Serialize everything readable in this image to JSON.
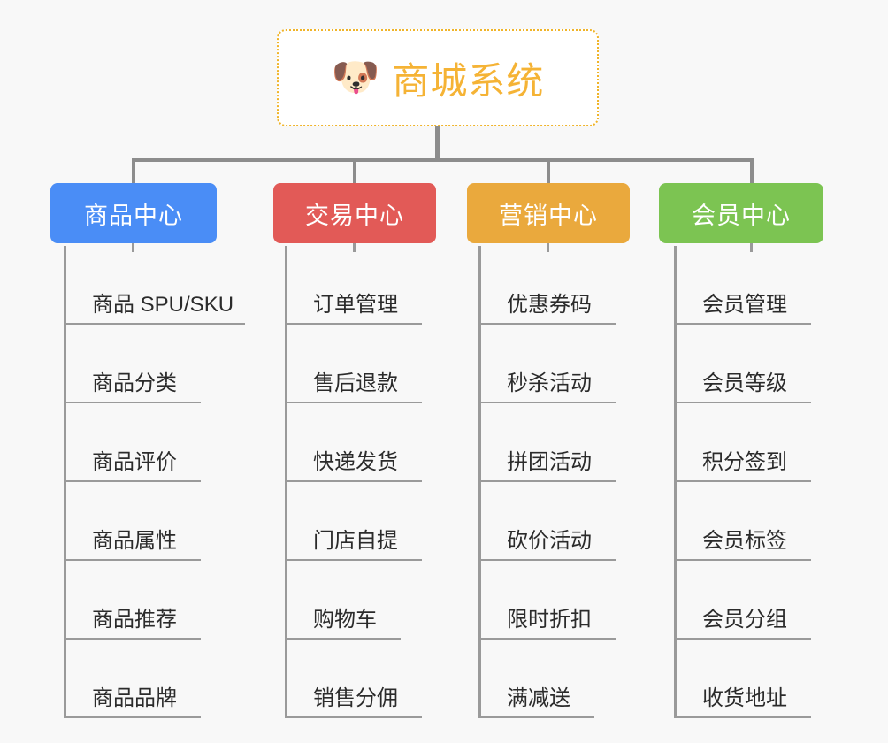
{
  "diagram": {
    "type": "org-chart",
    "background_color": "#f8f8f8",
    "connector_color": "#8d8d8d",
    "root": {
      "icon": "dog-face-emoji",
      "icon_glyph": "🐶",
      "label": "商城系统",
      "text_color": "#f5b335",
      "border_color": "#f0b429",
      "border_style": "dotted",
      "background_color": "#ffffff"
    },
    "columns": [
      {
        "id": "product-center",
        "label": "商品中心",
        "color": "#4a8df6",
        "items": [
          {
            "label": "商品 SPU/SKU"
          },
          {
            "label": "商品分类"
          },
          {
            "label": "商品评价"
          },
          {
            "label": "商品属性"
          },
          {
            "label": "商品推荐"
          },
          {
            "label": "商品品牌"
          }
        ]
      },
      {
        "id": "trade-center",
        "label": "交易中心",
        "color": "#e25a57",
        "items": [
          {
            "label": "订单管理"
          },
          {
            "label": "售后退款"
          },
          {
            "label": "快递发货"
          },
          {
            "label": "门店自提"
          },
          {
            "label": "购物车"
          },
          {
            "label": "销售分佣"
          }
        ]
      },
      {
        "id": "marketing-center",
        "label": "营销中心",
        "color": "#eaa93d",
        "items": [
          {
            "label": "优惠券码"
          },
          {
            "label": "秒杀活动"
          },
          {
            "label": "拼团活动"
          },
          {
            "label": "砍价活动"
          },
          {
            "label": "限时折扣"
          },
          {
            "label": "满减送"
          }
        ]
      },
      {
        "id": "member-center",
        "label": "会员中心",
        "color": "#7cc council",
        "items": [
          {
            "label": "会员管理"
          },
          {
            "label": "会员等级"
          },
          {
            "label": "积分签到"
          },
          {
            "label": "会员标签"
          },
          {
            "label": "会员分组"
          },
          {
            "label": "收货地址"
          }
        ]
      }
    ]
  }
}
